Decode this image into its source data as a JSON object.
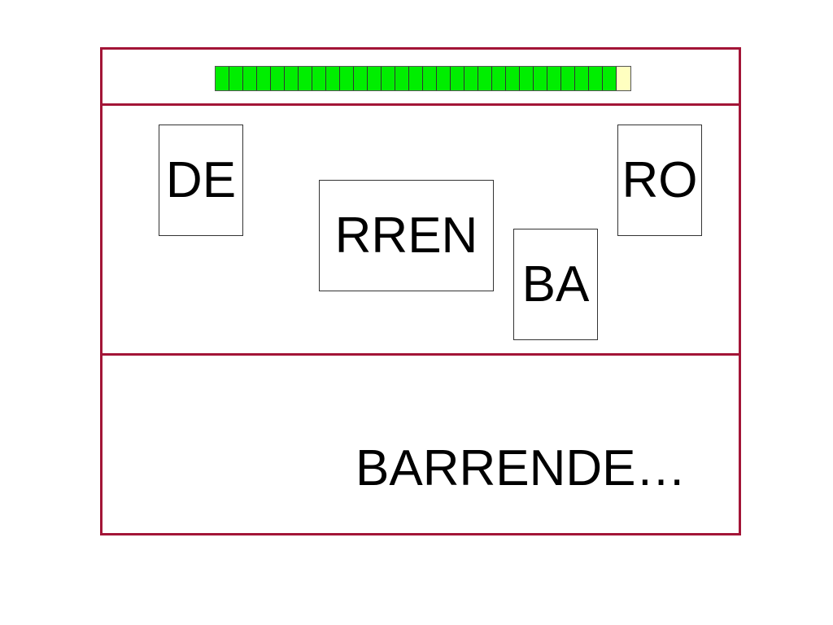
{
  "progress": {
    "filled_segments": 29,
    "total_segments": 30,
    "filled_color": "#00ee00",
    "empty_color": "#ffffc0"
  },
  "tiles": [
    {
      "id": "de",
      "label": "DE"
    },
    {
      "id": "ro",
      "label": "RO"
    },
    {
      "id": "rren",
      "label": "RREN"
    },
    {
      "id": "ba",
      "label": "BA"
    }
  ],
  "answer": {
    "text": "BARRENDE…"
  },
  "colors": {
    "frame_border": "#a31537",
    "tile_border": "#333333"
  }
}
